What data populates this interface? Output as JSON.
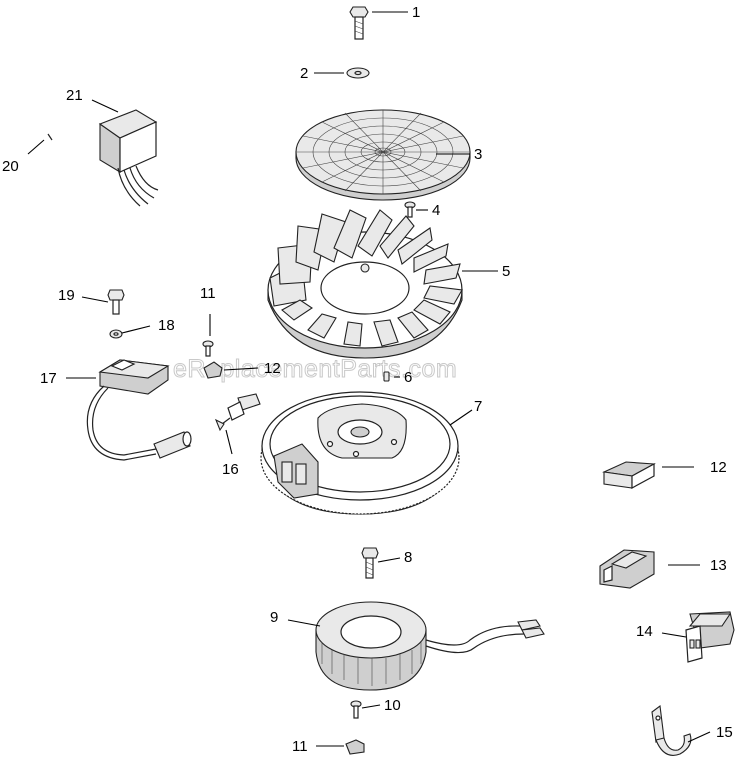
{
  "watermark": "eReplacementParts.com",
  "callouts": {
    "c1": "1",
    "c2": "2",
    "c3": "3",
    "c4": "4",
    "c5": "5",
    "c6": "6",
    "c7": "7",
    "c8": "8",
    "c9": "9",
    "c10": "10",
    "c11a": "11",
    "c11b": "11",
    "c12a": "12",
    "c12b": "12",
    "c13": "13",
    "c14": "14",
    "c15": "15",
    "c16": "16",
    "c17": "17",
    "c18": "18",
    "c19": "19",
    "c20": "20",
    "c21": "21"
  }
}
